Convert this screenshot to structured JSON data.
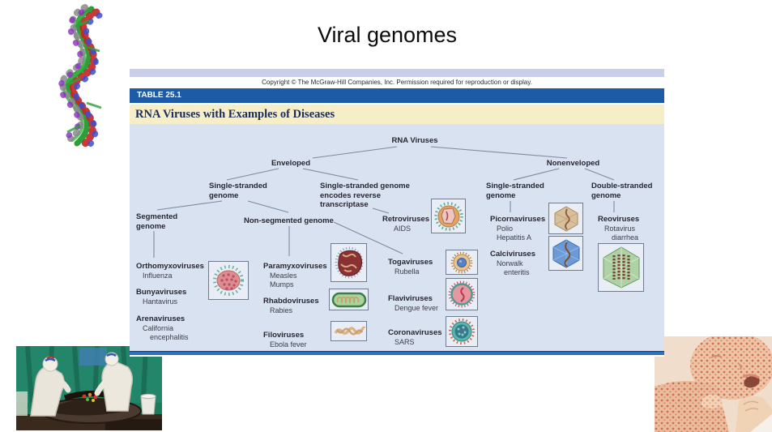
{
  "slide": {
    "title": "Viral genomes"
  },
  "table": {
    "copyright": "Copyright © The McGraw-Hill Companies, Inc. Permission required for reproduction or display.",
    "label": "TABLE 25.1",
    "title": "RNA Viruses with Examples of Diseases",
    "tree": {
      "root": "RNA Viruses",
      "enveloped": "Enveloped",
      "nonenveloped": "Nonenveloped",
      "ss_left": [
        "Single-stranded",
        "genome"
      ],
      "ss_rt": [
        "Single-stranded genome",
        "encodes reverse",
        "transcriptase"
      ],
      "segmented": [
        "Segmented",
        "genome"
      ],
      "nonsegmented": "Non-segmented genome",
      "ss_right": [
        "Single-stranded",
        "genome"
      ],
      "ds": [
        "Double-stranded",
        "genome"
      ]
    },
    "groups": [
      {
        "name": "Orthomyxoviruses",
        "diseases": [
          "Influenza"
        ]
      },
      {
        "name": "Bunyaviruses",
        "diseases": [
          "Hantavirus"
        ]
      },
      {
        "name": "Arenaviruses",
        "diseases": [
          "California",
          "encephalitis"
        ]
      },
      {
        "name": "Paramyxoviruses",
        "diseases": [
          "Measles",
          "Mumps"
        ]
      },
      {
        "name": "Rhabdoviruses",
        "diseases": [
          "Rabies"
        ]
      },
      {
        "name": "Filoviruses",
        "diseases": [
          "Ebola fever"
        ]
      },
      {
        "name": "Retroviruses",
        "diseases": [
          "AIDS"
        ]
      },
      {
        "name": "Togaviruses",
        "diseases": [
          "Rubella"
        ]
      },
      {
        "name": "Flaviviruses",
        "diseases": [
          "Dengue fever"
        ]
      },
      {
        "name": "Coronaviruses",
        "diseases": [
          "SARS"
        ]
      },
      {
        "name": "Picornaviruses",
        "diseases": [
          "Polio",
          "Hepatitis A"
        ]
      },
      {
        "name": "Calciviruses",
        "diseases": [
          "Norwalk",
          "enteritis"
        ]
      },
      {
        "name": "Reoviruses",
        "diseases": [
          "Rotavirus",
          "diarrhea"
        ]
      }
    ],
    "icons": {
      "influenza": "influenza-virion-icon",
      "paramyxovirus": "paramyxovirus-virion-icon",
      "rhabdovirus": "rhabdovirus-virion-icon",
      "filovirus": "filovirus-virion-icon",
      "retrovirus": "retrovirus-virion-icon",
      "togavirus": "togavirus-virion-icon",
      "flavivirus": "flavivirus-virion-icon",
      "coronavirus": "coronavirus-virion-icon",
      "picornavirus": "picornavirus-virion-icon",
      "calcivirus": "calcivirus-virion-icon",
      "reovirus": "reovirus-virion-icon"
    },
    "colors": {
      "header_blue": "#1d5ba6",
      "title_cream": "#f6eec6",
      "body_blue": "#d9e2f0",
      "accent_line": "#2e6fc0"
    }
  },
  "images": {
    "helix": "rna-helix-molecular-model",
    "ebola": "ebola-outbreak-burial-photo",
    "measles": "measles-rash-baby-photo"
  }
}
